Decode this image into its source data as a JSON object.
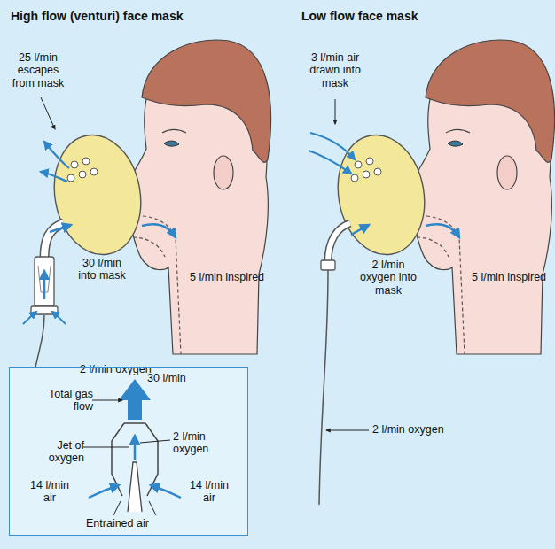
{
  "diagram": {
    "nodes": [
      {
        "text": [
          "Total gas flow",
          "30 l/min",
          "Jet of oxygen",
          "2 l/min oxygen",
          "14 l/min air",
          "14 l/min air",
          "Entrained air"
        ]
      }
    ],
    "labels": [
      "High flow (venturi) face mask",
      "Low flow face mask",
      "25 l/min escapes from mask",
      "30 l/min into mask",
      "5 l/min inspired",
      "2 l/min oxygen",
      "3 l/min air drawn into mask",
      "2 l/min oxygen into mask",
      "5 l/min inspired",
      "2 l/min oxygen"
    ]
  }
}
